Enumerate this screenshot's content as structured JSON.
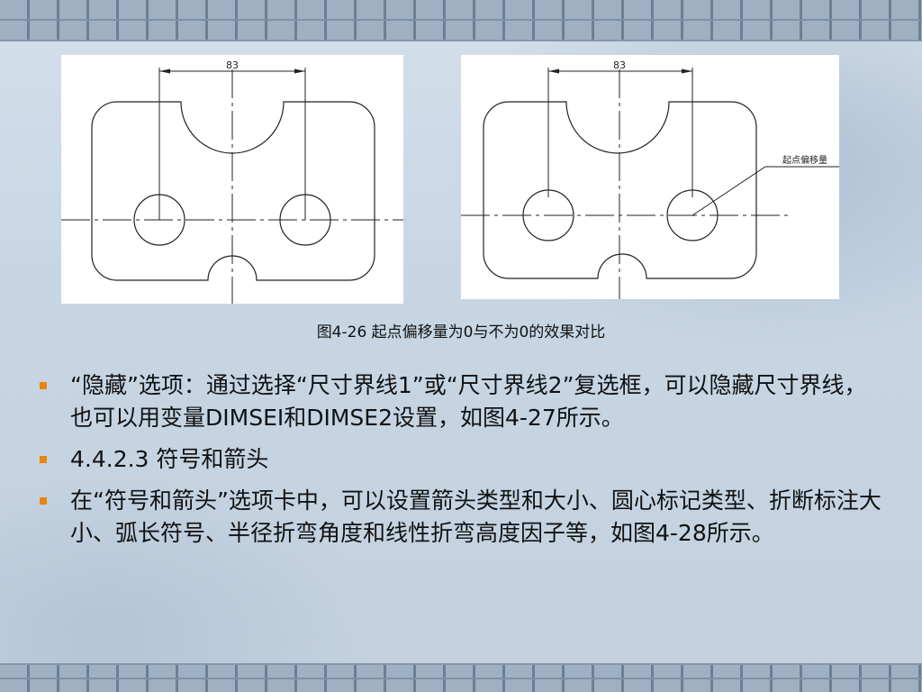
{
  "figures": {
    "left": {
      "dimension_label": "83"
    },
    "right": {
      "dimension_label": "83",
      "annotation": "起点偏移量"
    }
  },
  "caption": "图4-26  起点偏移量为0与不为0的效果对比",
  "bullets": [
    {
      "text": "“隐藏”选项：通过选择“尺寸界线1”或“尺寸界线2”复选框，可以隐藏尺寸界线，也可以用变量DIMSEI和DIMSE2设置，如图4-27所示。"
    },
    {
      "text": "4.4.2.3  符号和箭头"
    },
    {
      "text": "在“符号和箭头”选项卡中，可以设置箭头类型和大小、圆心标记类型、折断标注大小、弧长符号、半径折弯角度和线性折弯高度因子等，如图4-28所示。"
    }
  ],
  "colors": {
    "bullet": "#e8860c",
    "brick": "#9fb0c2"
  }
}
